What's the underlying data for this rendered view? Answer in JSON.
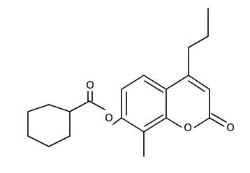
{
  "structure": {
    "atom_labels": {
      "ester_oxygen": "O",
      "carbonyl_oxygen": "O",
      "ring_oxygen": "O",
      "lactone_carbonyl_oxygen": "O"
    }
  },
  "colors": {
    "bond": "#000000",
    "label": "#000000",
    "background": "#ffffff"
  }
}
